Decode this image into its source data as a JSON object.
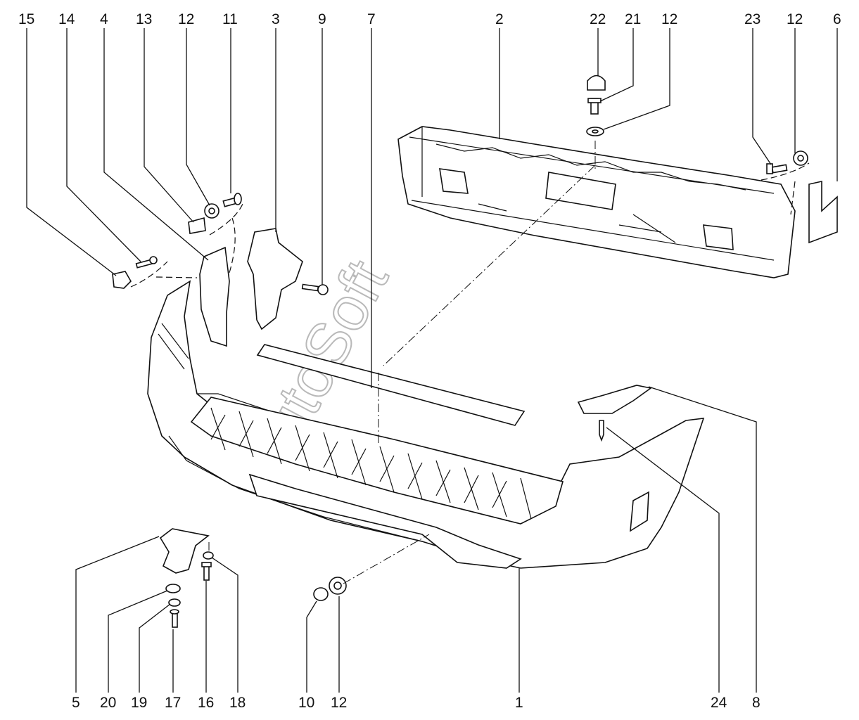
{
  "watermark": "AutoSoft",
  "labels": {
    "top": {
      "l15": "15",
      "l14": "14",
      "l4": "4",
      "l13": "13",
      "l12a": "12",
      "l11": "11",
      "l3": "3",
      "l9": "9",
      "l7": "7",
      "l2": "2",
      "l22": "22",
      "l21": "21",
      "l12b": "12",
      "l23": "23",
      "l12c": "12",
      "l6": "6"
    },
    "bottom": {
      "l5": "5",
      "l20": "20",
      "l19": "19",
      "l17": "17",
      "l16": "16",
      "l18": "18",
      "l10": "10",
      "l12d": "12",
      "l1": "1",
      "l24": "24",
      "l8": "8"
    }
  }
}
